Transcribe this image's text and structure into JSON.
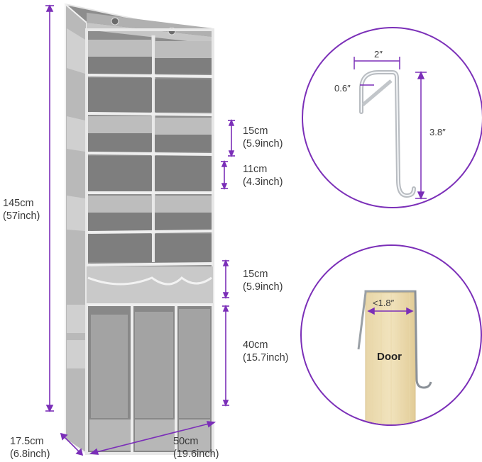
{
  "accent_color": "#7b2fb8",
  "dimensions": {
    "total_height": {
      "metric": "145cm",
      "imperial": "(57inch)"
    },
    "shelf_tall": {
      "metric": "15cm",
      "imperial": "(5.9inch)"
    },
    "shelf_short": {
      "metric": "11cm",
      "imperial": "(4.3inch)"
    },
    "pocket_row": {
      "metric": "15cm",
      "imperial": "(5.9inch)"
    },
    "bottom_section": {
      "metric": "40cm",
      "imperial": "(15.7inch)"
    },
    "depth": {
      "metric": "17.5cm",
      "imperial": "(6.8inch)"
    },
    "width": {
      "metric": "50cm",
      "imperial": "(19.6inch)"
    }
  },
  "hook": {
    "width": "2″",
    "gap": "0.6″",
    "height": "3.8″"
  },
  "door_detail": {
    "max_thickness": "<1.8″",
    "door_label": "Door"
  }
}
